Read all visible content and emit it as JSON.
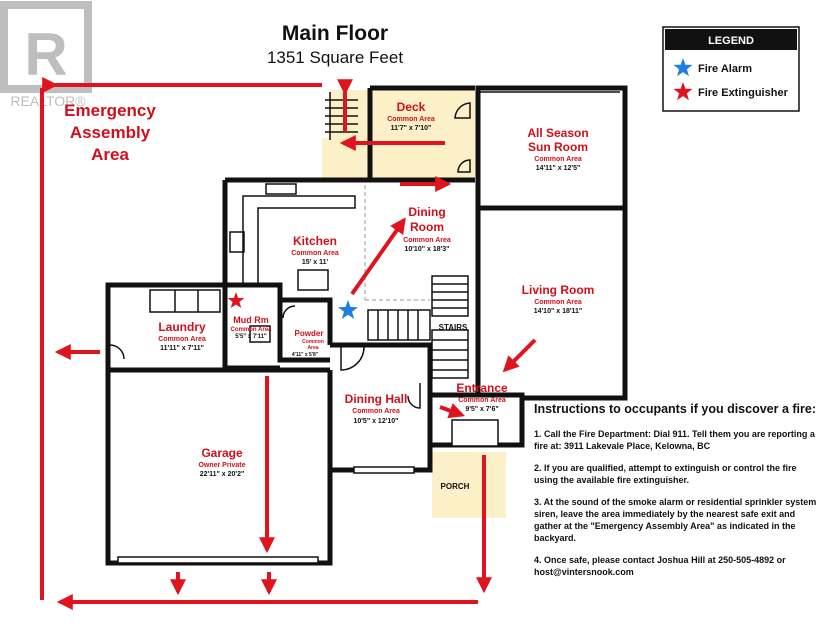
{
  "watermark": "REALTOR®",
  "header": {
    "title": "Main Floor",
    "subtitle": "1351 Square Feet"
  },
  "legend": {
    "title": "LEGEND",
    "items": [
      {
        "label": "Fire Alarm",
        "icon": "star-icon",
        "color": "#1e7fe0"
      },
      {
        "label": "Fire Extinguisher",
        "icon": "star-icon",
        "color": "#e0141e"
      }
    ]
  },
  "assembly": {
    "line1": "Emergency",
    "line2": "Assembly",
    "line3": "Area"
  },
  "rooms": {
    "deck": {
      "name": "Deck",
      "tag": "Common Area",
      "dim": "11'7\" x 7'10\""
    },
    "sunroom": {
      "name1": "All Season",
      "name2": "Sun Room",
      "tag": "Common Area",
      "dim": "14'11\" x 12'5\""
    },
    "kitchen": {
      "name": "Kitchen",
      "tag": "Common Area",
      "dim": "15' x 11'"
    },
    "dining_room": {
      "name": "Dining",
      "name2": "Room",
      "tag": "Common Area",
      "dim": "10'10\" x 18'3\""
    },
    "living_room": {
      "name": "Living Room",
      "tag": "Common Area",
      "dim": "14'10\" x 18'11\""
    },
    "laundry": {
      "name": "Laundry",
      "tag": "Common Area",
      "dim": "11'11\" x 7'11\""
    },
    "mud_room": {
      "name": "Mud Rm",
      "tag": "Common Area",
      "dim": "5'5\" x 7'11\""
    },
    "powder": {
      "name": "Powder",
      "tag1": "Common",
      "tag2": "Area",
      "dim": "4'11\" x 5'8\""
    },
    "stairs": {
      "name": "STAIRS"
    },
    "dining_hall": {
      "name": "Dining Hall",
      "tag": "Common Area",
      "dim": "10'5\" x 12'10\""
    },
    "entrance": {
      "name": "Entrance",
      "tag": "Common Area",
      "dim": "9'5\" x 7'6\""
    },
    "garage": {
      "name": "Garage",
      "tag": "Owner Private",
      "dim": "22'11\" x 20'2\""
    },
    "porch": {
      "name": "PORCH"
    }
  },
  "instructions": {
    "title": "Instructions to occupants if you discover a fire:",
    "steps": [
      "1. Call the Fire Department: Dial 911. Tell them you are reporting a fire at: 3911 Lakevale Place, Kelowna, BC",
      "2. If you are qualified, attempt to extinguish or control the fire using the available fire extinguisher.",
      "3. At the sound of the smoke alarm or residential sprinkler system siren, leave the area immediately by the nearest safe exit and gather at the \"Emergency Assembly Area\" as indicated in the backyard.",
      "4. Once safe, please contact Joshua Hill at 250-505-4892 or host@vintersnook.com"
    ]
  }
}
